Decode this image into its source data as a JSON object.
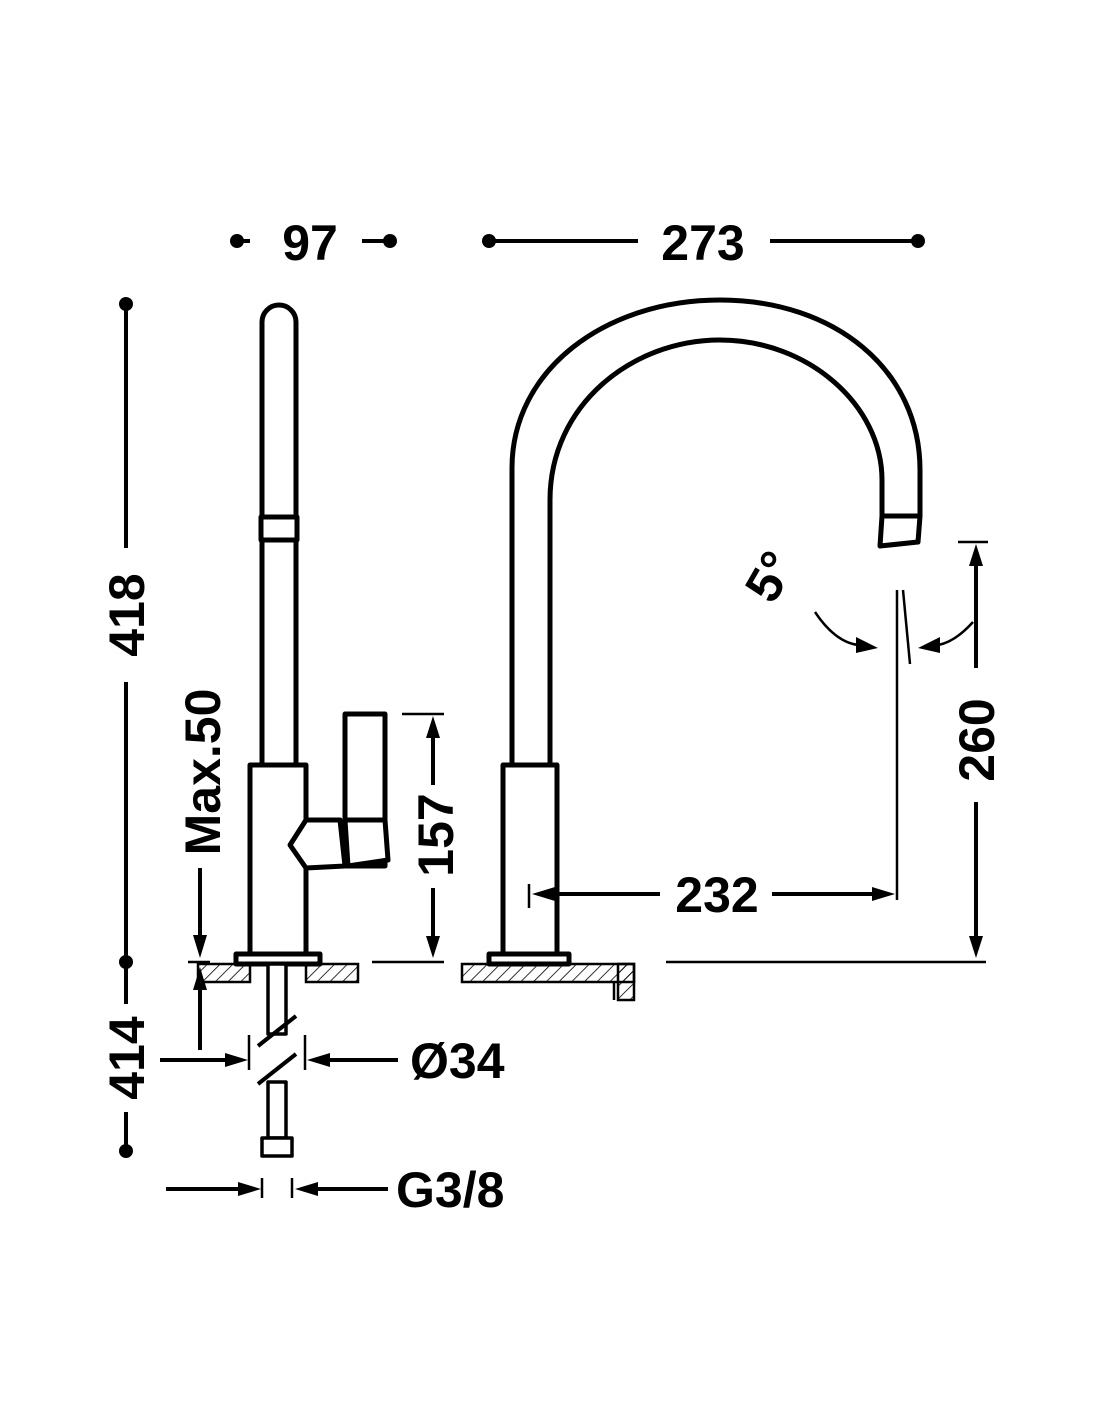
{
  "dimensions": {
    "handle_width": "97",
    "spout_reach": "273",
    "total_height": "418",
    "max_thickness": "Max.50",
    "lever_height": "157",
    "spout_angle": "5°",
    "spout_outlet_height": "260",
    "outlet_projection": "232",
    "hose_length": "414",
    "hole_diameter": "Ø34",
    "connection_thread": "G3/8"
  },
  "colors": {
    "line": "#000000",
    "background": "#ffffff"
  }
}
